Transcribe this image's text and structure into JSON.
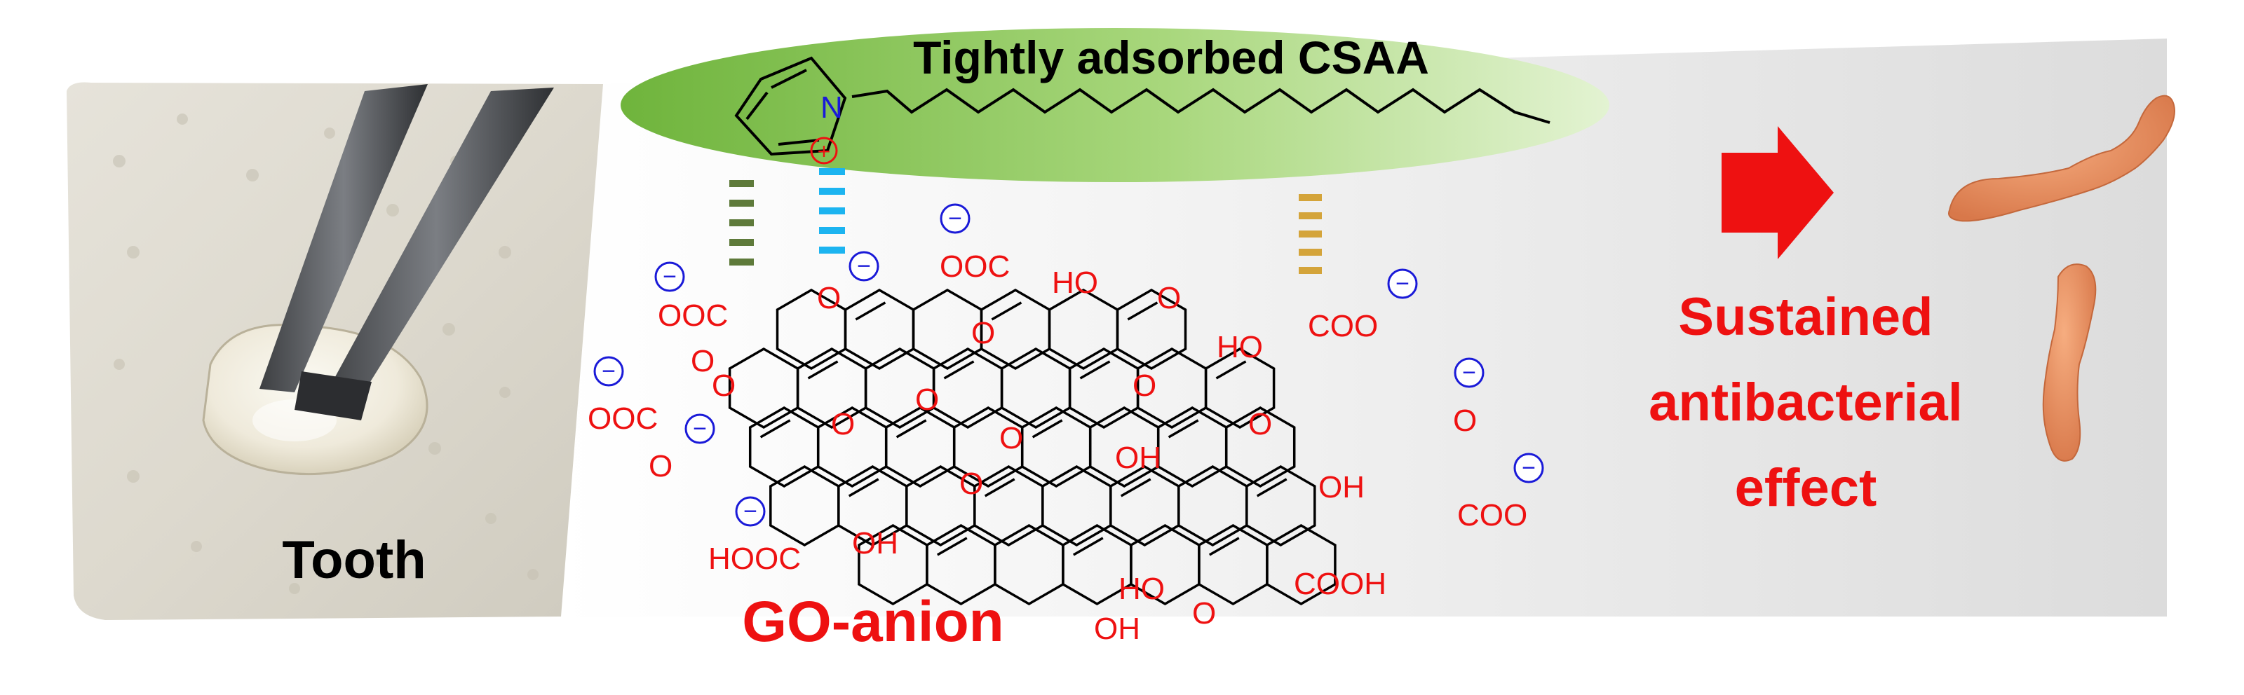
{
  "title": "Tightly adsorbed CSAA",
  "photo_label": "Tooth",
  "sheet_label": "GO-anion",
  "effect_lines": [
    "Sustained",
    "antibacterial",
    "effect"
  ],
  "csaa_atom": "N",
  "csaa_charge": "+",
  "anion_charge": "−",
  "groups": {
    "g1": "OOC",
    "g2": "HO",
    "g3": "O",
    "g4": "OOC",
    "g5": "O",
    "g6": "HO",
    "g7": "COO",
    "g8": "O",
    "g9": "OOC",
    "g10": "O",
    "g11": "O",
    "g12": "O",
    "g13": "O",
    "g14": "O",
    "g15": "O",
    "g16": "O",
    "g17": "OH",
    "g18": "O",
    "g19": "OH",
    "g20": "COO",
    "g21": "HOOC",
    "g22": "OH",
    "g23": "HO",
    "g24": "O",
    "g25": "COOH",
    "g26": "OH",
    "g27": "O",
    "g28": "O"
  },
  "colors": {
    "accent_red": "#ee1111",
    "ellipse_green": "#7cbf48",
    "charge_blue": "#1a1ad8",
    "bond_blue": "#1cb4f0",
    "bond_green": "#5e7a3a",
    "bond_gold": "#d4a43a",
    "bacteria": "#e98e5c"
  }
}
